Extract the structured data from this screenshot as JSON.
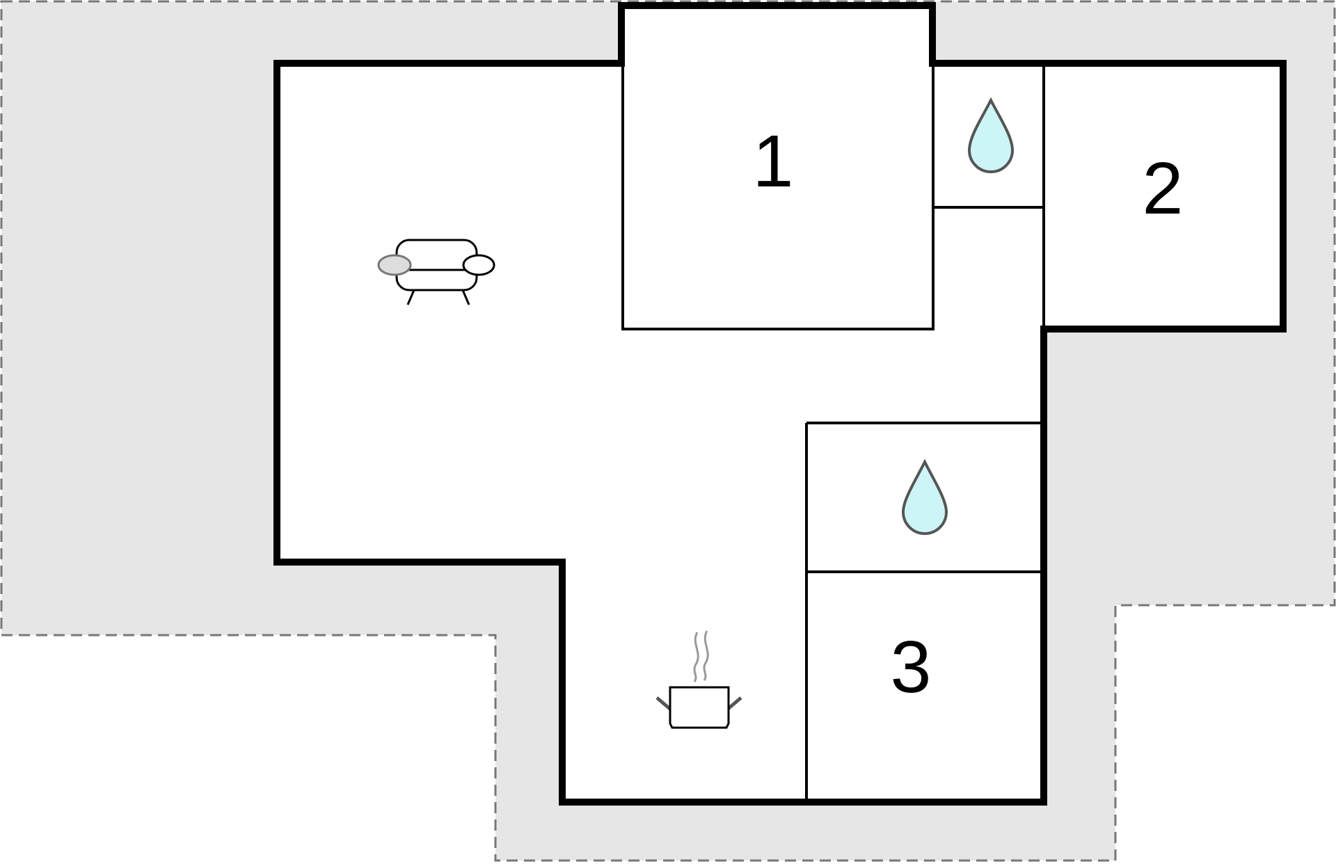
{
  "floor_plan": {
    "rooms": [
      {
        "id": "bedroom-1",
        "label": "1"
      },
      {
        "id": "bedroom-2",
        "label": "2"
      },
      {
        "id": "bedroom-3",
        "label": "3"
      }
    ],
    "icons": [
      {
        "id": "sofa",
        "name": "sofa-icon"
      },
      {
        "id": "kitchen",
        "name": "cooking-pot-icon"
      },
      {
        "id": "bathroom-upper",
        "name": "water-drop-icon"
      },
      {
        "id": "bathroom-lower",
        "name": "water-drop-icon"
      }
    ],
    "colors": {
      "terrace_fill": "#e6e6e6",
      "terrace_border": "#777777",
      "wall": "#000000",
      "water": "#cdf5f7",
      "water_outline": "#555555"
    }
  }
}
